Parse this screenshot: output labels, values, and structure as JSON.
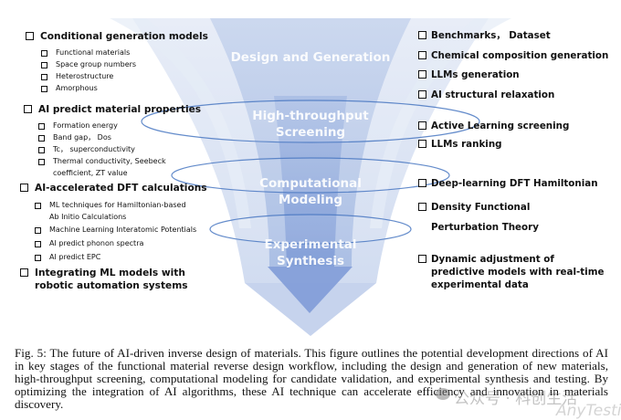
{
  "figure": {
    "stages": [
      {
        "id": "design",
        "label_lines": [
          "Design and Generation"
        ]
      },
      {
        "id": "screening",
        "label_lines": [
          "High-throughput",
          "Screening"
        ]
      },
      {
        "id": "modeling",
        "label_lines": [
          "Computational",
          "Modeling"
        ]
      },
      {
        "id": "synthesis",
        "label_lines": [
          "Experimental",
          "Synthesis"
        ]
      }
    ],
    "colors": {
      "funnel_light": "#dbe3f3",
      "funnel_mid": "#b4c6e7",
      "funnel_dark": "#8faadc",
      "ellipse_stroke": "#4a78c2",
      "text": "#111111"
    },
    "left_groups": [
      {
        "title": "Conditional generation models",
        "items": [
          "Functional materials",
          "Space group numbers",
          "Heterostructure",
          "Amorphous"
        ]
      },
      {
        "title": "AI predict material properties",
        "items": [
          "Formation energy",
          "Band gap， Dos",
          "Tc， superconductivity",
          "Thermal conductivity, Seebeck coefficient, ZT value"
        ]
      },
      {
        "title": "AI-accelerated DFT calculations",
        "items": [
          "ML techniques for Hamiltonian-based Ab Initio Calculations",
          "Machine Learning Interatomic Potentials",
          "AI predict phonon spectra",
          "AI predict EPC"
        ]
      },
      {
        "title": "Integrating ML models with robotic automation systems",
        "items": []
      }
    ],
    "right_items": [
      "Benchmarks， Dataset",
      "Chemical composition generation",
      "LLMs generation",
      "AI structural relaxation",
      "Active Learning screening",
      "LLMs ranking",
      "Deep-learning DFT Hamiltonian",
      "Density Functional Perturbation Theory",
      "Dynamic adjustment of predictive models with real-time experimental data"
    ]
  },
  "caption": "Fig. 5: The future of AI-driven inverse design of materials. This figure outlines the potential development directions of AI in key stages of the functional material reverse design workflow, including the design and generation of new materials, high-throughput screening, computational modeling for candidate validation, and experimental synthesis and testing. By optimizing the integration of AI algorithms, these AI technique can accelerate efficiency and innovation in materials discovery.",
  "watermark": {
    "cn": "公众号 · 科创生活",
    "en": "AnyTesting.com"
  }
}
